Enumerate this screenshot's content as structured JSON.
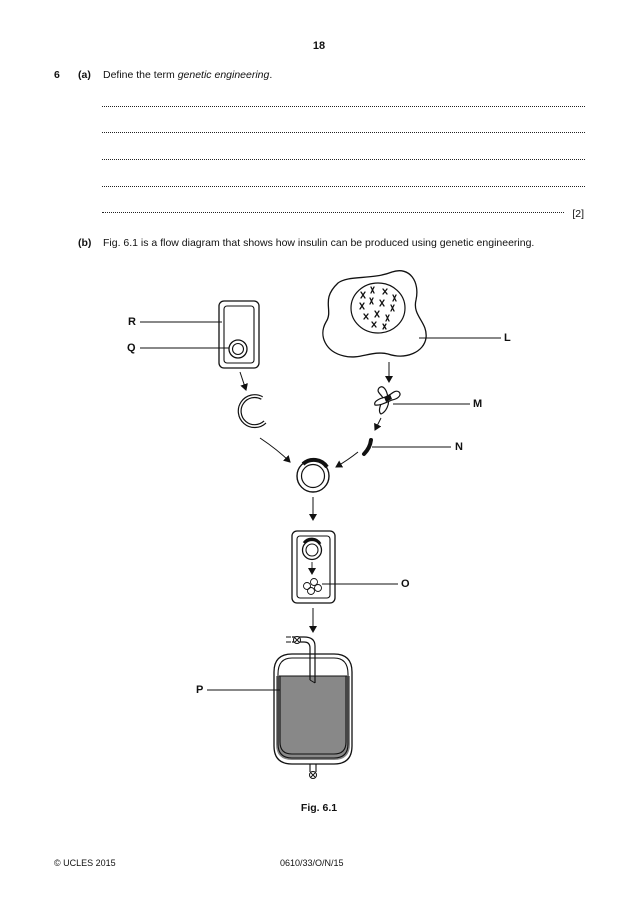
{
  "page_number": "18",
  "question": {
    "number": "6",
    "part_a": {
      "label": "(a)",
      "text_prefix": "Define the term ",
      "text_term": "genetic engineering",
      "text_suffix": ".",
      "marks": "[2]"
    },
    "part_b": {
      "label": "(b)",
      "text": "Fig. 6.1 is a flow diagram that shows how insulin can be produced using genetic engineering."
    }
  },
  "figure": {
    "labels": {
      "R": "R",
      "Q": "Q",
      "L": "L",
      "M": "M",
      "N": "N",
      "O": "O",
      "P": "P"
    },
    "caption": "Fig. 6.1"
  },
  "footer": {
    "copyright": "© UCLES 2015",
    "code": "0610/33/O/N/15"
  }
}
